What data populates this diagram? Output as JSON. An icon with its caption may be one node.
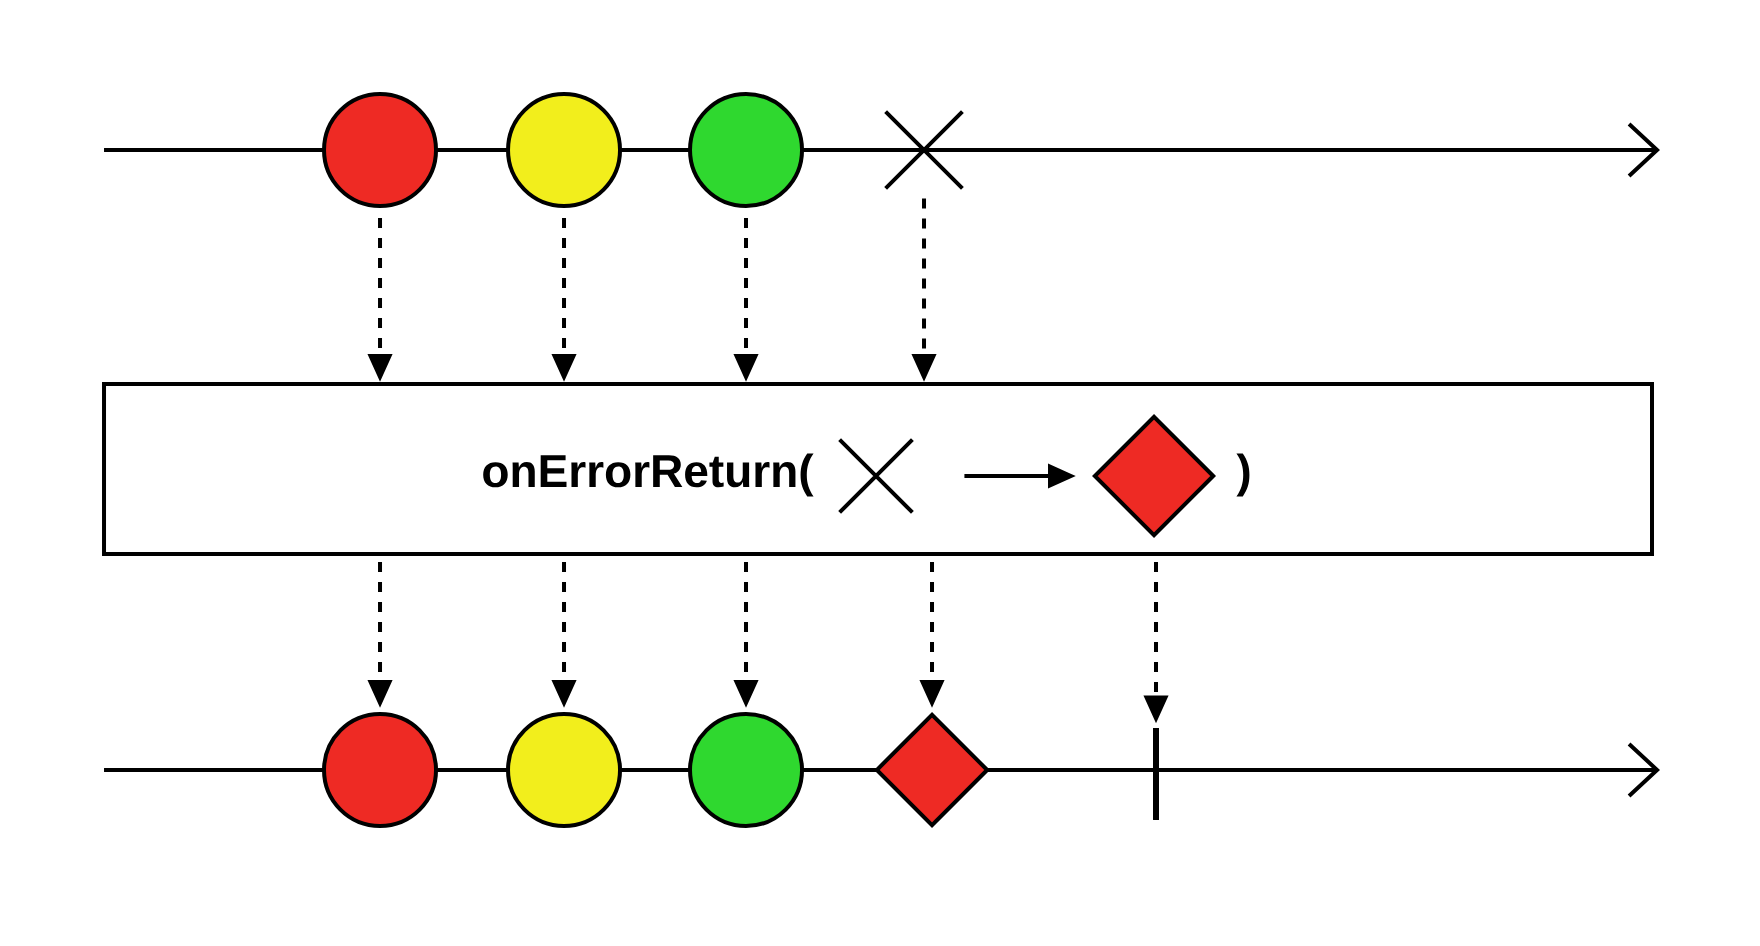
{
  "diagram": {
    "nodes": [
      {
        "text": [],
        "shape": "circle"
      },
      {
        "text": [],
        "shape": "circle"
      },
      {
        "text": [],
        "shape": "circle"
      },
      {
        "text": [],
        "shape": "cross"
      },
      {
        "text": [
          "onErrorReturn(",
          ")"
        ]
      },
      {
        "text": [],
        "shape": "cross",
        "in": 4
      },
      {
        "text": [],
        "shape": "diamond",
        "in": 4
      },
      {
        "text": [],
        "shape": "circle"
      },
      {
        "text": [],
        "shape": "circle"
      },
      {
        "text": [],
        "shape": "circle"
      },
      {
        "text": [],
        "shape": "diamond"
      },
      {
        "text": [],
        "shape": "bar"
      }
    ],
    "edges": [
      {
        "from": 0,
        "to": 4,
        "arrow": "to",
        "style": "dashed"
      },
      {
        "from": 1,
        "to": 4,
        "arrow": "to",
        "style": "dashed"
      },
      {
        "from": 2,
        "to": 4,
        "arrow": "to",
        "style": "dashed"
      },
      {
        "from": 3,
        "to": 4,
        "arrow": "to",
        "style": "dashed"
      },
      {
        "from": 5,
        "to": 6,
        "arrow": "to"
      },
      {
        "from": 4,
        "to": 7,
        "arrow": "to",
        "style": "dashed"
      },
      {
        "from": 4,
        "to": 8,
        "arrow": "to",
        "style": "dashed"
      },
      {
        "from": 4,
        "to": 9,
        "arrow": "to",
        "style": "dashed"
      },
      {
        "from": 4,
        "to": 10,
        "arrow": "to",
        "style": "dashed"
      },
      {
        "from": 4,
        "to": 11,
        "arrow": "to",
        "style": "dashed"
      }
    ]
  }
}
